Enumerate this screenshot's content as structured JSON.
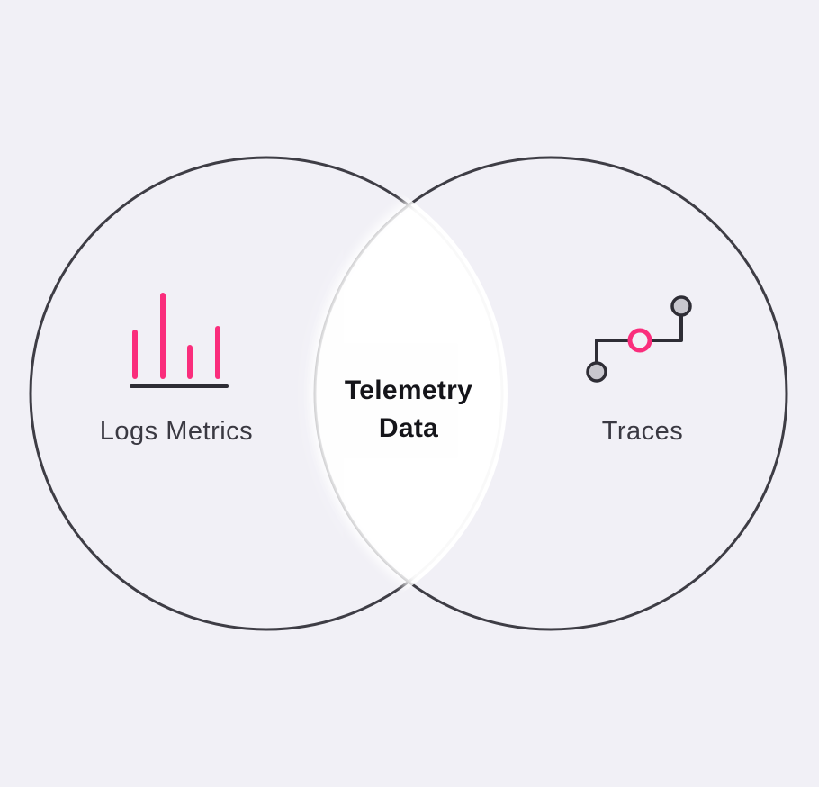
{
  "diagram": {
    "type": "venn",
    "left_circle": {
      "label": "Logs Metrics",
      "icon": "bar-chart-icon"
    },
    "right_circle": {
      "label": "Traces",
      "icon": "trace-icon"
    },
    "intersection": {
      "label_line1": "Telemetry",
      "label_line2": "Data"
    }
  },
  "colors": {
    "background": "#f1f0f6",
    "circle_stroke": "#3e3d45",
    "accent_pink": "#fa2d7c",
    "icon_dark": "#2e2d35",
    "node_gray_fill": "#c8c7ce",
    "label_text": "#3a3942",
    "intersection_text": "#15151a",
    "intersection_fill": "#ffffff"
  }
}
